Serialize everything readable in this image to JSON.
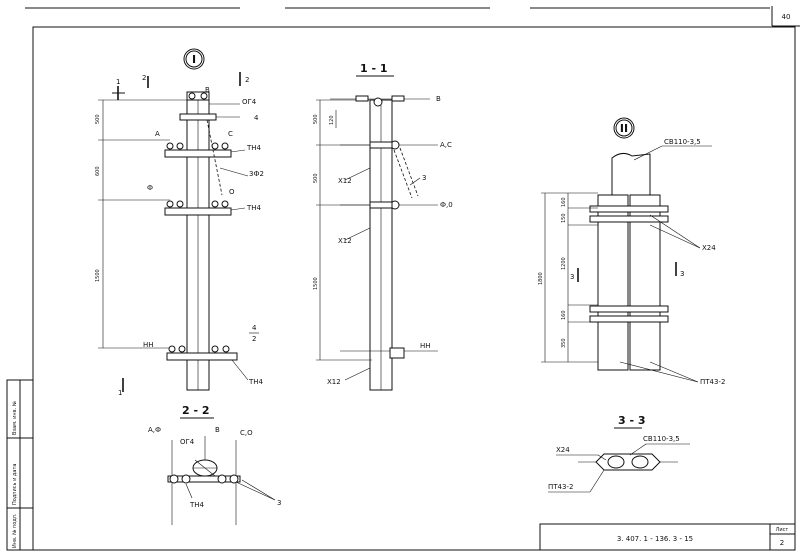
{
  "sheet": {
    "page_top": "40",
    "sheet_label": "Лист",
    "sheet_number": "2",
    "drawing_code": "3. 407. 1 - 136. 3 - 15",
    "side_stamp": [
      "Инв. № подл.",
      "Подпись и дата",
      "Взам. инв. №"
    ]
  },
  "view_I": {
    "title": "I",
    "cut1": "1",
    "cut2": "2",
    "label_B": "В",
    "label_AC": "А",
    "label_C": "С",
    "label_F": "Ф",
    "label_O": "О",
    "label_NN": "НН",
    "dims": [
      "500",
      "600",
      "1500"
    ],
    "callouts": [
      "ОГ4",
      "4",
      "ТН4",
      "3Ф2",
      "ТН4",
      "ТН4"
    ],
    "frac_num": "4",
    "frac_den": "2"
  },
  "view_1_1": {
    "title": "1 - 1",
    "label_B": "В",
    "label_AC": "А,С",
    "label_FO": "Ф,0",
    "label_NN": "НН",
    "dims": [
      "500",
      "120",
      "500",
      "1500"
    ],
    "callouts": [
      "3",
      "Х12",
      "Х12",
      "Х12"
    ]
  },
  "view_II": {
    "title": "II",
    "callout_top": "СВ110-3,5",
    "callout_mid": "Х24",
    "callout_bottom": "ПТ43-2",
    "cut3": "3",
    "dims_total": "1800",
    "dims": [
      "160",
      "150",
      "1200",
      "160",
      "350"
    ]
  },
  "view_2_2": {
    "title": "2 - 2",
    "label_AF": "А,Ф",
    "label_B": "В",
    "label_CO": "С,О",
    "callouts": [
      "ОГ4",
      "ТН4",
      "3"
    ]
  },
  "view_3_3": {
    "title": "3 - 3",
    "callout_left": "Х24",
    "callout_right": "СВ110-3,5",
    "callout_bottom": "ПТ43-2"
  }
}
